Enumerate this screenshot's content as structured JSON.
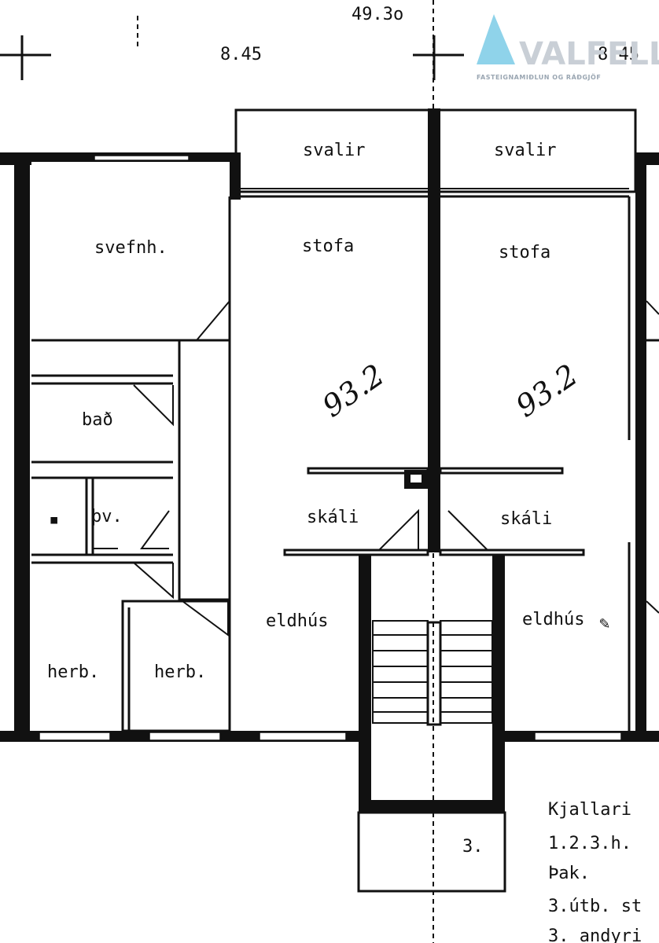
{
  "logo": {
    "name": "VALFELL",
    "tagline": "FASTEIGNAMIÐLUN OG RÁÐGJÖF",
    "color": "#8fd3ea"
  },
  "dimensions": {
    "total": "49.3o",
    "left_module": "8.45",
    "right_module": "8.45"
  },
  "rooms": {
    "svalir_left": "svalir",
    "svalir_right": "svalir",
    "svefnh": "svefnh.",
    "stofa_left": "stofa",
    "stofa_right": "stofa",
    "bad": "bað",
    "pv": "þv.",
    "skali_left": "skáli",
    "skali_right": "skáli",
    "eldhus_left": "eldhús",
    "eldhus_right": "eldhús",
    "herb_1": "herb.",
    "herb_2": "herb.",
    "stair_floor": "3."
  },
  "handwritten": {
    "area_left": "93.2",
    "area_right": "93.2"
  },
  "notes": [
    "Kjallari",
    "1.2.3.h.",
    "Þak.",
    "3.útb. st",
    "3. andyri"
  ]
}
